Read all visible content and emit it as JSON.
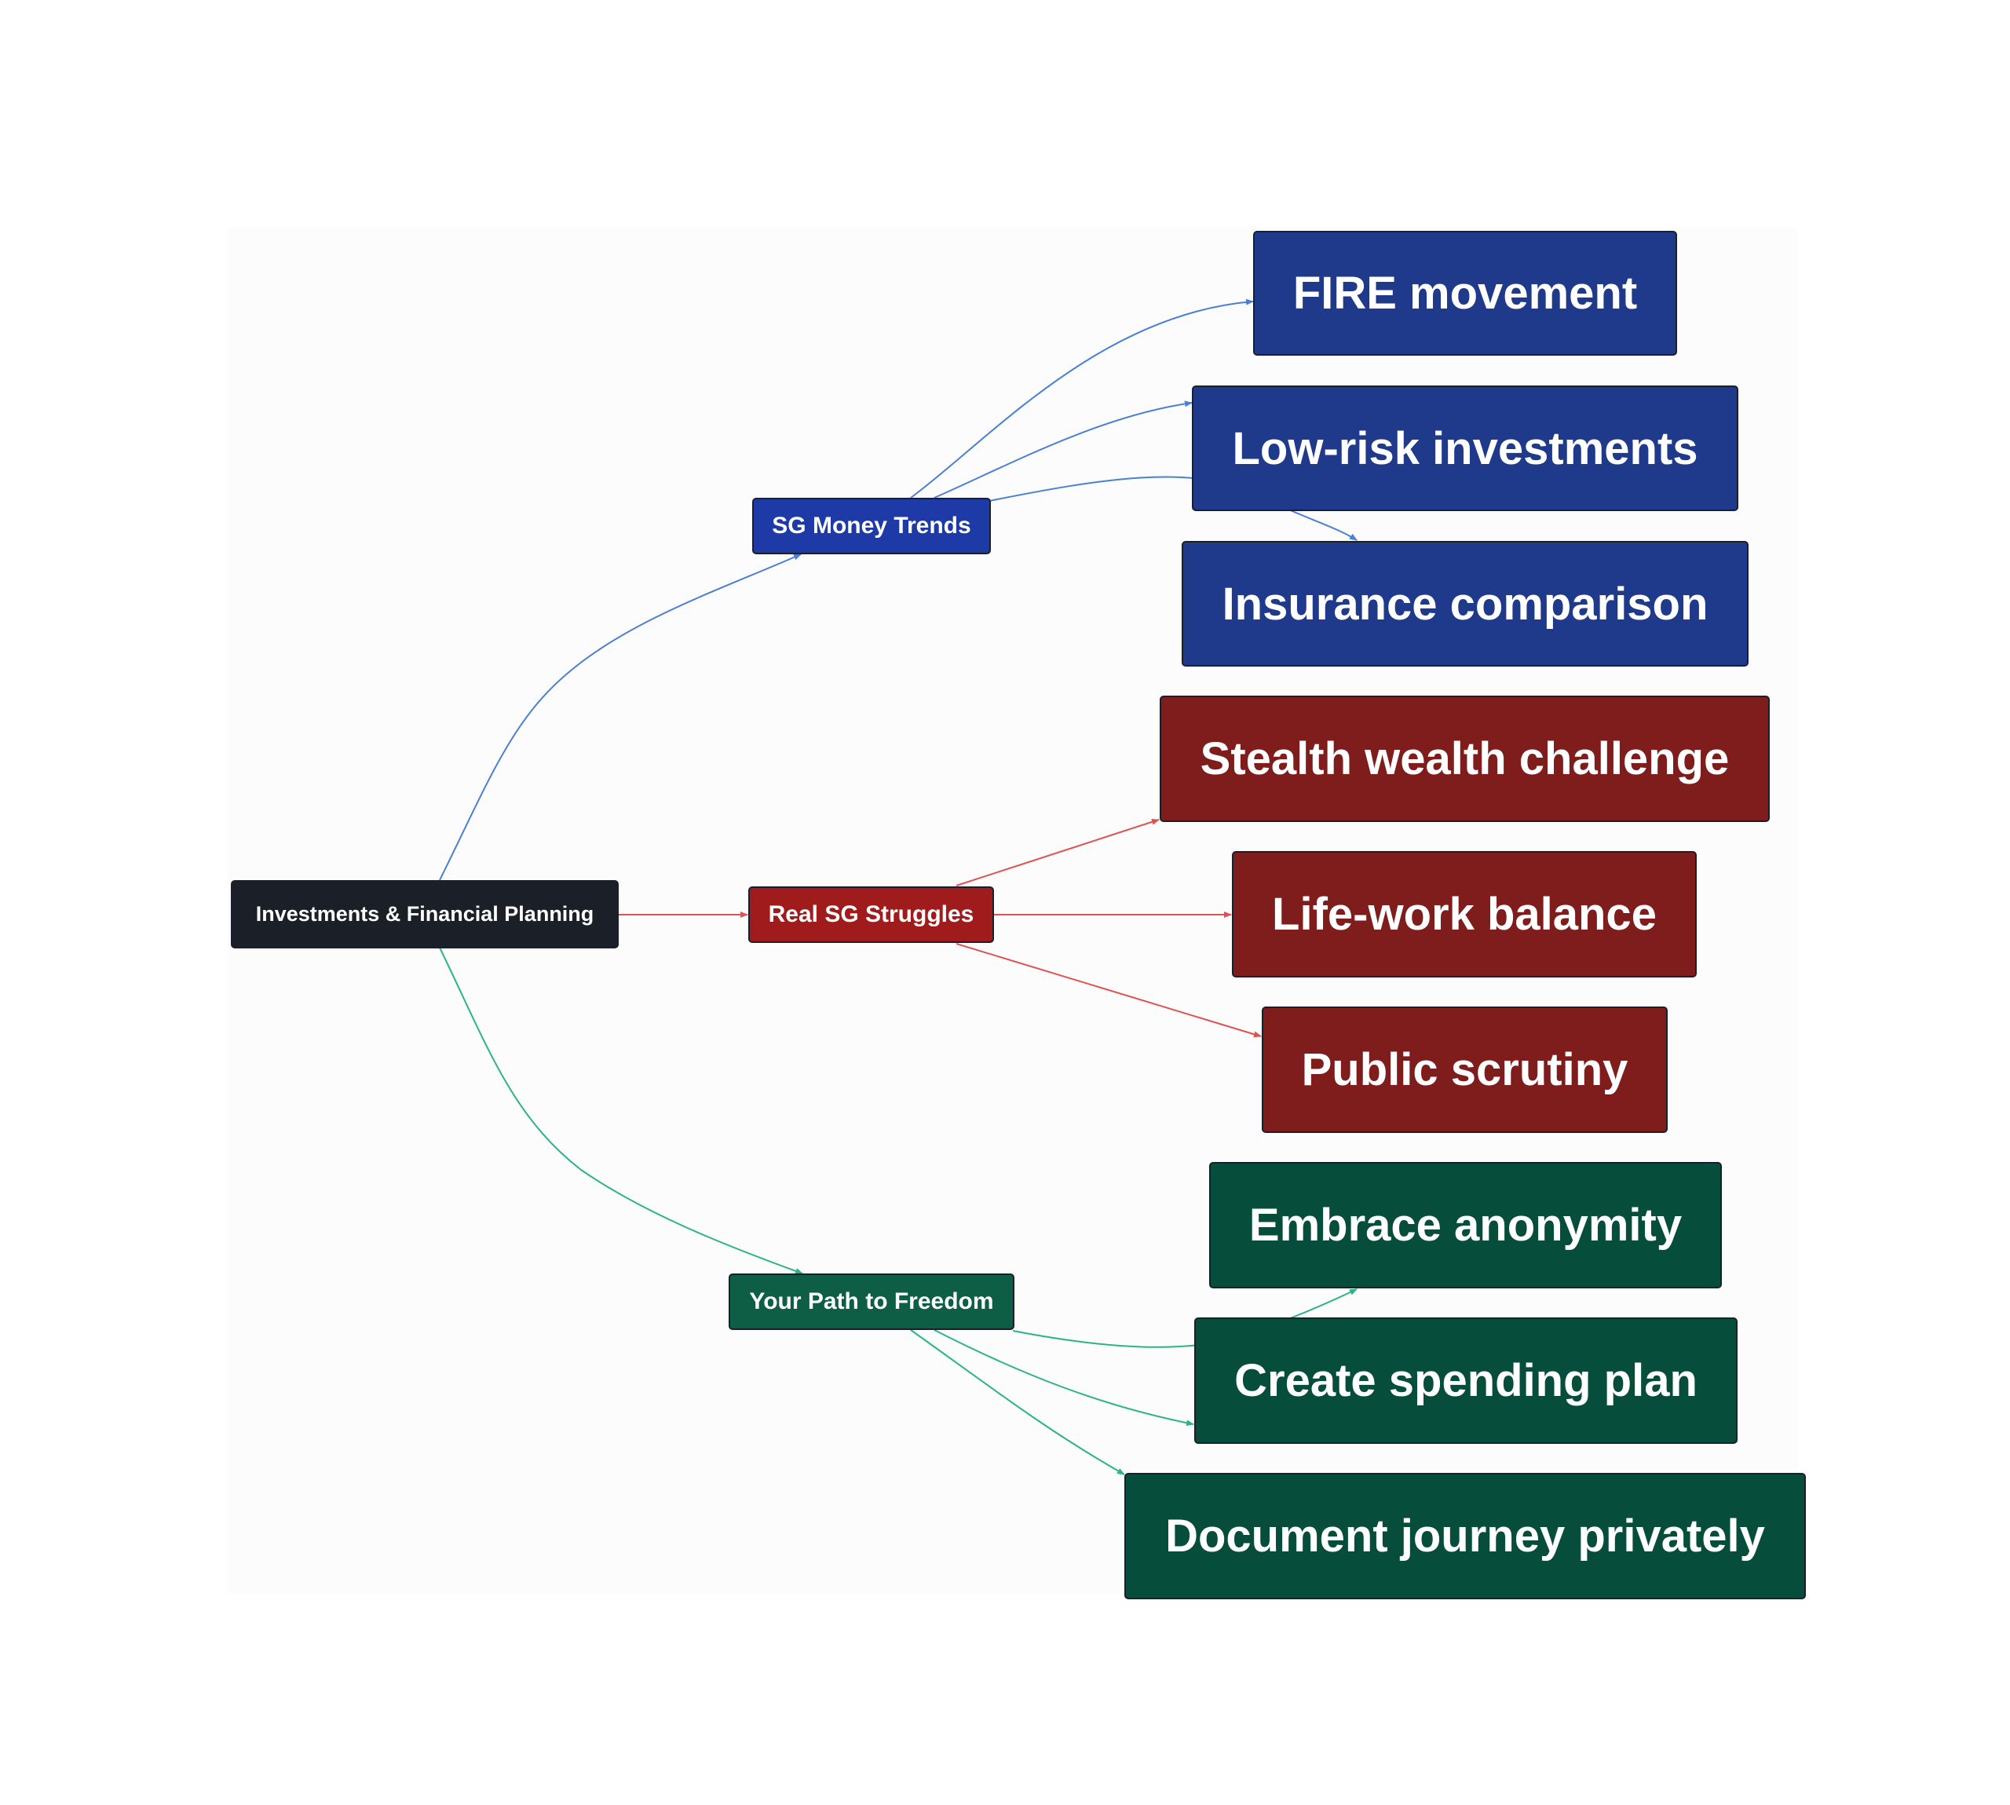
{
  "diagram": {
    "root": {
      "label": "Investments & Financial Planning"
    },
    "branches": [
      {
        "label": "SG Money Trends",
        "color": "#4a7fd6",
        "children": [
          "FIRE movement",
          "Low-risk investments",
          "Insurance comparison"
        ]
      },
      {
        "label": "Real SG Struggles",
        "color": "#e05252",
        "children": [
          "Stealth wealth challenge",
          "Life-work balance",
          "Public scrutiny"
        ]
      },
      {
        "label": "Your Path to Freedom",
        "color": "#2bb38a",
        "children": [
          "Embrace anonymity",
          "Create spending plan",
          "Document journey privately"
        ]
      }
    ]
  },
  "colors": {
    "root_fill": "#1a1f28",
    "blue_mid": "#1e3aa6",
    "blue_leaf": "#1f3a8a",
    "red_mid": "#a01c1c",
    "red_leaf": "#7f1d1d",
    "green_mid": "#0d5e44",
    "green_leaf": "#064e3b",
    "background": "#fcfcfc"
  }
}
